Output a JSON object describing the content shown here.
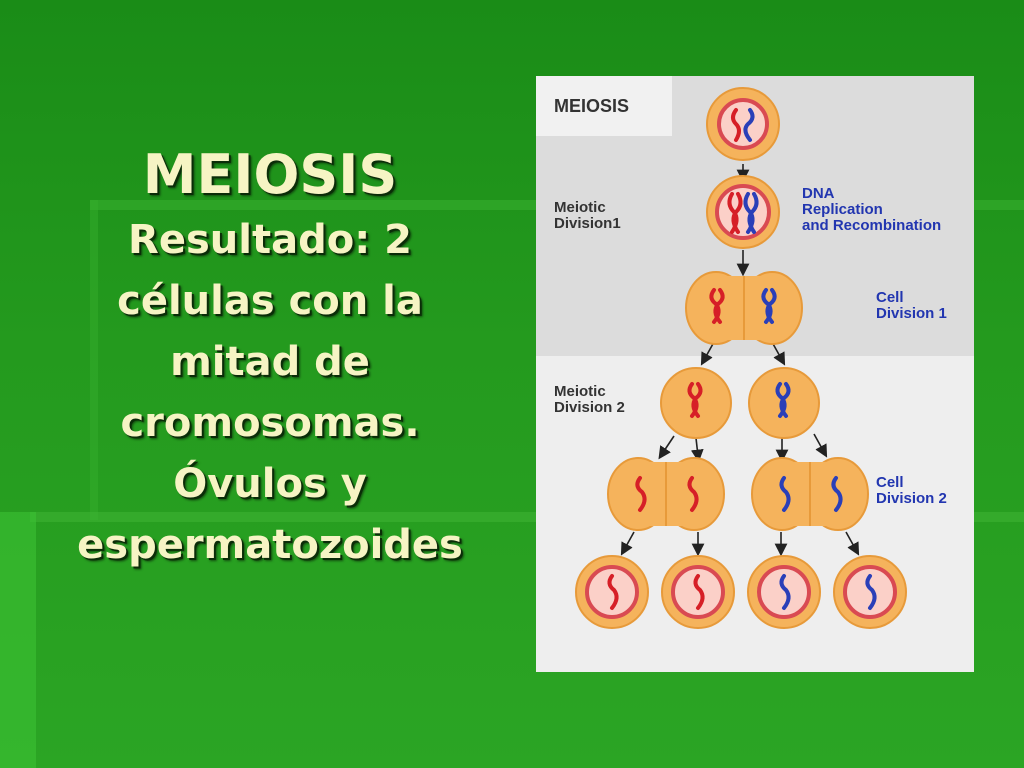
{
  "slide": {
    "title": "MEIOSIS",
    "body": "Resultado: 2\ncélulas con la\nmitad de\ncromosomas.\nÓvulos y\nespermatozoides"
  },
  "diagram": {
    "header": "MEIOSIS",
    "labels": {
      "meiotic_division_1": [
        "Meiotic",
        "Division1"
      ],
      "dna_replication": [
        "DNA",
        "Replication",
        "and Recombination"
      ],
      "cell_division_1": [
        "Cell",
        "Division 1"
      ],
      "meiotic_division_2": [
        "Meiotic",
        "Division 2"
      ],
      "cell_division_2": [
        "Cell",
        "Division 2"
      ]
    },
    "colors": {
      "cell_fill": "#f5b35c",
      "cell_outline": "#e79a3a",
      "nucleus_outline": "#d94a52",
      "nucleus_fill": "#fbd0c8",
      "chromosome_red": "#d61f27",
      "chromosome_blue": "#2a3fb8",
      "label_blue": "#2236b0",
      "label_dark": "#333333",
      "panel_top": "#dcdcdc",
      "panel_bottom": "#eeeeee"
    }
  }
}
